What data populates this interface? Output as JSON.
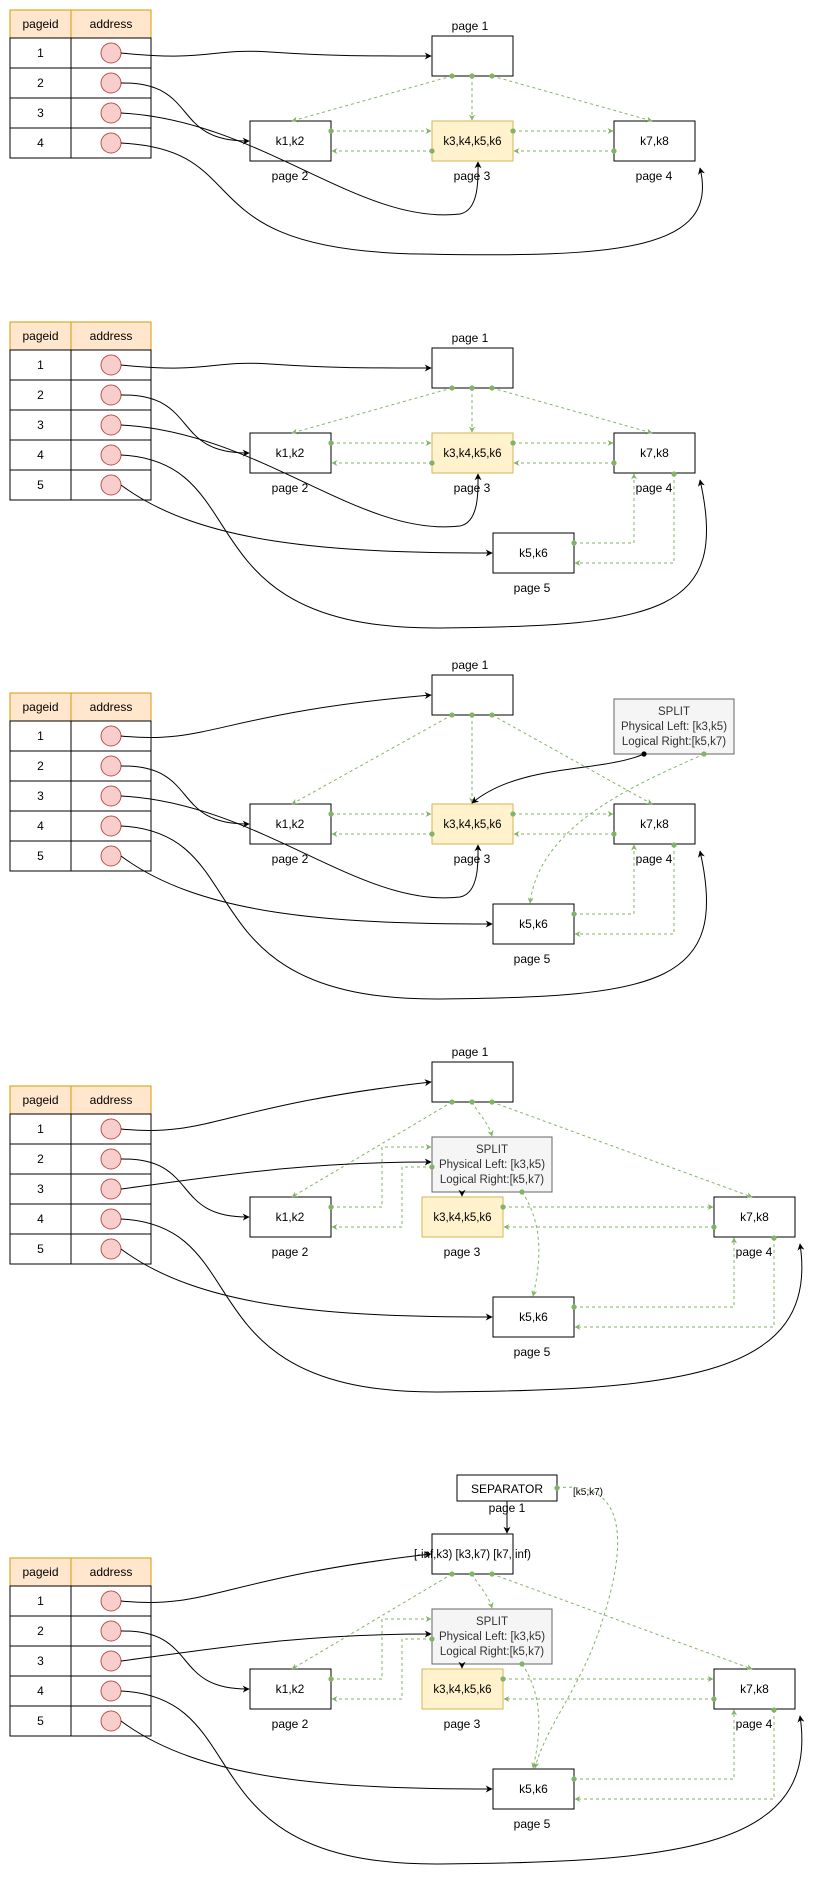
{
  "colors": {
    "header_fill": "#ffe6cc",
    "header_stroke": "#d79b00",
    "pointer_fill": "#f8cecc",
    "pointer_stroke": "#b85450",
    "highlight_fill": "#fff2cc",
    "highlight_stroke": "#d6b656",
    "split_fill": "#f5f5f5",
    "split_stroke": "#666666",
    "split_text": "#333333",
    "link_green": "#82b366",
    "line": "#000000"
  },
  "table": {
    "header_pageid": "pageid",
    "header_address": "address"
  },
  "captions": {
    "page1": "page 1",
    "page2": "page 2",
    "page3": "page 3",
    "page4": "page 4",
    "page5": "page 5"
  },
  "nodes": {
    "k1k2": "k1,k2",
    "k3k6": "k3,k4,k5,k6",
    "k7k8": "k7,k8",
    "k5k6": "k5,k6"
  },
  "split": {
    "title": "SPLIT",
    "left": "Physical Left: [k3,k5)",
    "right": "Logical Right:[k5,k7)"
  },
  "separator": {
    "label": "SEPARATOR",
    "range": "[k5,k7)",
    "page1_keys": "[-inf,k3) [k3,k7) [k7, inf)"
  },
  "stages": [
    {
      "rows": [
        "1",
        "2",
        "3",
        "4"
      ]
    },
    {
      "rows": [
        "1",
        "2",
        "3",
        "4",
        "5"
      ]
    },
    {
      "rows": [
        "1",
        "2",
        "3",
        "4",
        "5"
      ]
    },
    {
      "rows": [
        "1",
        "2",
        "3",
        "4",
        "5"
      ]
    },
    {
      "rows": [
        "1",
        "2",
        "3",
        "4",
        "5"
      ]
    }
  ]
}
